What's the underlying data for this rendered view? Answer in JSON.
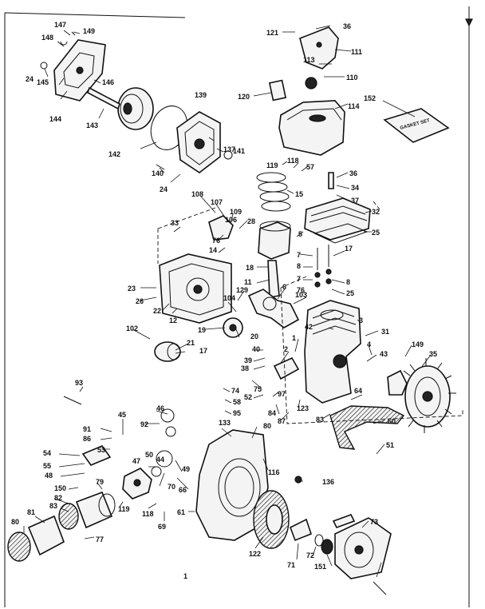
{
  "diagram": {
    "gasket_set_text": "GASKET SET",
    "footer_text": "1",
    "labels": [
      "147",
      "149",
      "148",
      "24",
      "145",
      "146",
      "144",
      "143",
      "142",
      "139",
      "137",
      "141",
      "140",
      "24",
      "121",
      "36",
      "111",
      "113",
      "110",
      "120",
      "114",
      "152",
      "119",
      "118",
      "57",
      "15",
      "36",
      "34",
      "37",
      "108",
      "107",
      "109",
      "106",
      "28",
      "33",
      "32",
      "25",
      "76",
      "14",
      "5",
      "17",
      "18",
      "11",
      "6",
      "7",
      "8",
      "7",
      "8",
      "25",
      "76",
      "23",
      "26",
      "22",
      "12",
      "129",
      "104",
      "103",
      "102",
      "21",
      "17",
      "19",
      "20",
      "40",
      "39",
      "38",
      "2",
      "1",
      "42",
      "3",
      "31",
      "4",
      "149",
      "43",
      "35",
      "75",
      "74",
      "58",
      "95",
      "52",
      "97",
      "84",
      "87",
      "123",
      "93",
      "83",
      "64",
      "60",
      "51",
      "45",
      "46",
      "92",
      "91",
      "86",
      "53",
      "54",
      "55",
      "48",
      "47",
      "50",
      "44",
      "49",
      "70",
      "66",
      "133",
      "80",
      "116",
      "136",
      "150",
      "79",
      "82",
      "81",
      "83",
      "80",
      "77",
      "119",
      "118",
      "69",
      "61",
      "122",
      "71",
      "72",
      "151",
      "73"
    ]
  }
}
